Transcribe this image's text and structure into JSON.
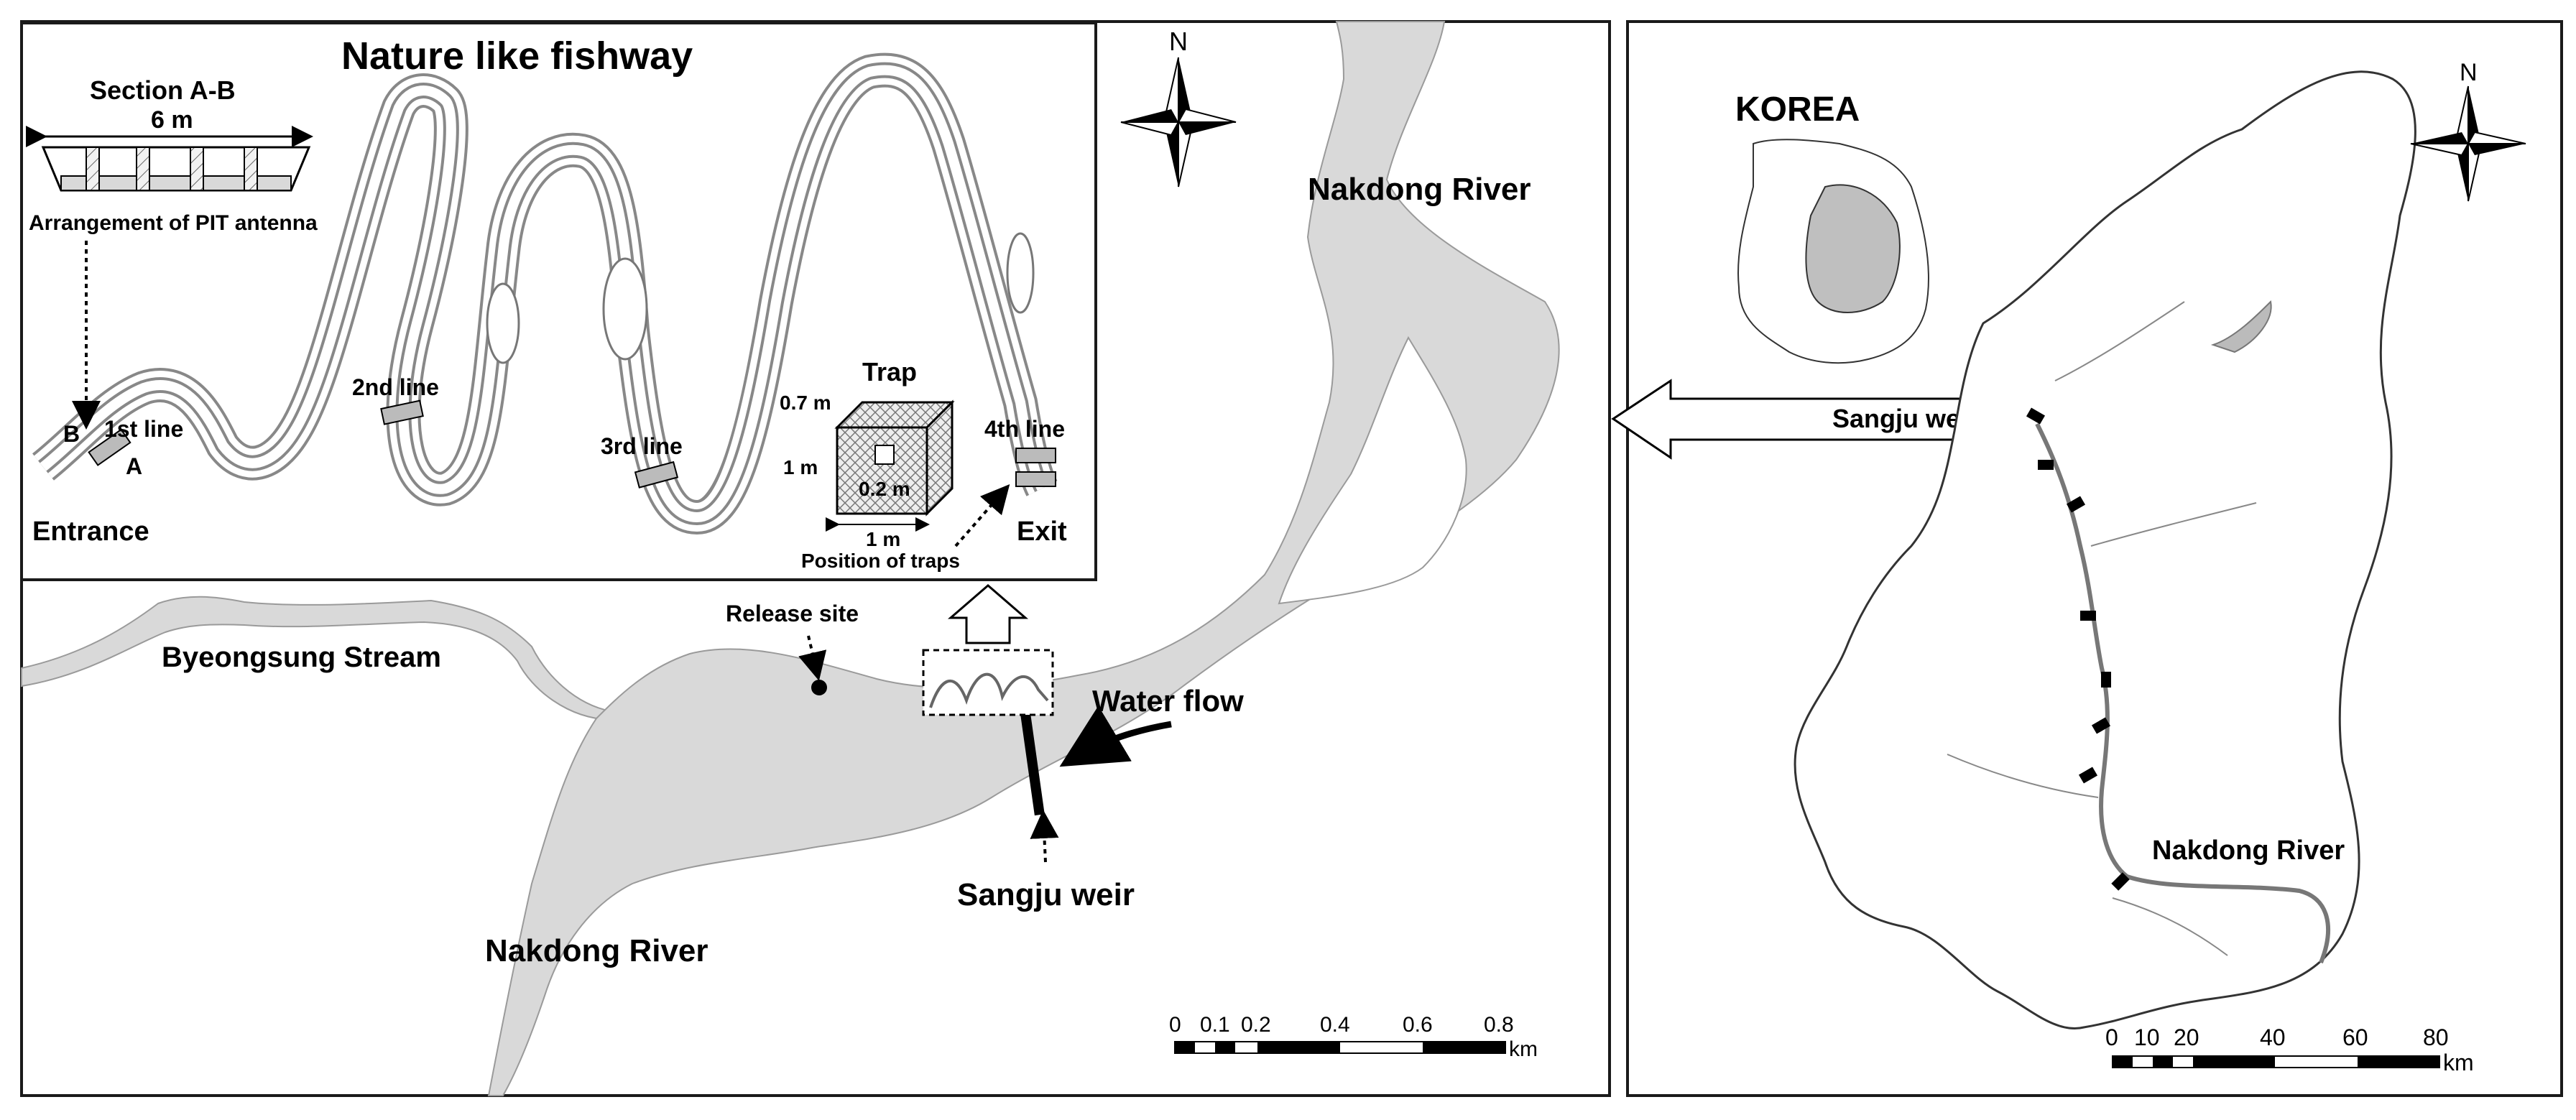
{
  "left_map": {
    "inset": {
      "title": "Nature like fishway",
      "section_title": "Section A-B",
      "section_width": "6 m",
      "antenna_caption": "Arrangement of PIT antenna",
      "point_b": "B",
      "point_a": "A",
      "entrance": "Entrance",
      "exit": "Exit",
      "lines": [
        "1st line",
        "2nd line",
        "3rd line",
        "4th line"
      ],
      "trap_title": "Trap",
      "trap_height": "0.7 m",
      "trap_side": "1 m",
      "trap_opening": "0.2 m",
      "trap_width": "1 m",
      "trap_position": "Position of traps"
    },
    "north_label": "N",
    "nakdong_upper": "Nakdong River",
    "nakdong_lower": "Nakdong River",
    "byeongsung": "Byeongsung Stream",
    "release_site": "Release site",
    "water_flow": "Water flow",
    "sangju_weir": "Sangju weir",
    "scale": {
      "ticks": [
        "0",
        "0.1",
        "0.2",
        "0.4",
        "0.6",
        "0.8"
      ],
      "unit": "km"
    }
  },
  "right_map": {
    "korea_label": "KOREA",
    "north_label": "N",
    "sangju_weir": "Sangju weir",
    "nakdong": "Nakdong River",
    "weir_count": 8,
    "scale": {
      "ticks": [
        "0",
        "10",
        "20",
        "40",
        "60",
        "80"
      ],
      "unit": "km"
    }
  },
  "colors": {
    "river_fill": "#d9d9d9",
    "korea_highlight": "#bfbfbf",
    "frame": "#1a1a1a"
  }
}
